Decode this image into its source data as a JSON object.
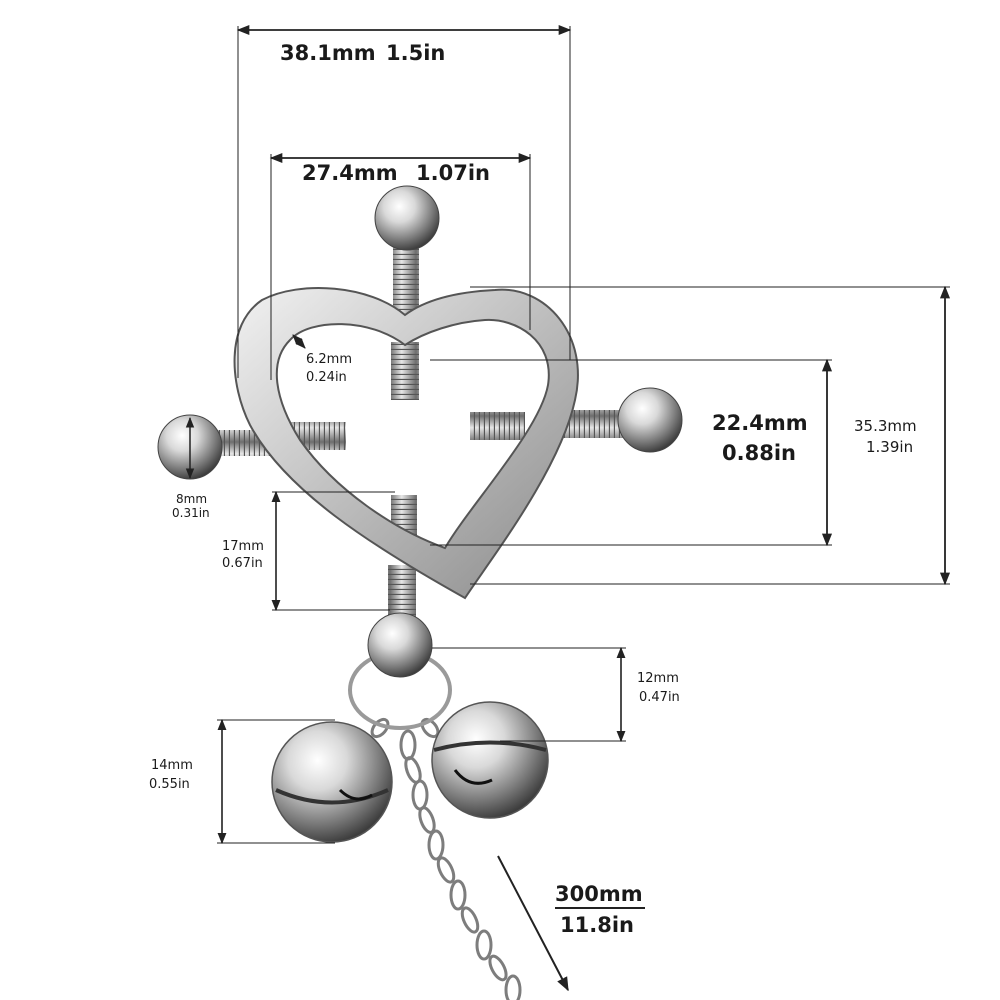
{
  "dimensions": {
    "overall_width": {
      "mm": "38.1mm",
      "in": "1.5in"
    },
    "inner_width": {
      "mm": "27.4mm",
      "in": "1.07in"
    },
    "wall_thickness": {
      "mm": "6.2mm",
      "in": "0.24in"
    },
    "inner_height": {
      "mm": "22.4mm",
      "in": "0.88in"
    },
    "overall_height": {
      "mm": "35.3mm",
      "in": "1.39in"
    },
    "ball_diameter": {
      "mm": "8mm",
      "in": "0.31in"
    },
    "screw_length": {
      "mm": "17mm",
      "in": "0.67in"
    },
    "ring_drop": {
      "mm": "12mm",
      "in": "0.47in"
    },
    "bell_diameter": {
      "mm": "14mm",
      "in": "0.55in"
    },
    "chain_length": {
      "mm": "300mm",
      "in": "11.8in"
    }
  },
  "colors": {
    "metal_light": "#f4f4f4",
    "metal_mid": "#b9b9b9",
    "metal_dark": "#5c5c5c",
    "line": "#222222"
  }
}
